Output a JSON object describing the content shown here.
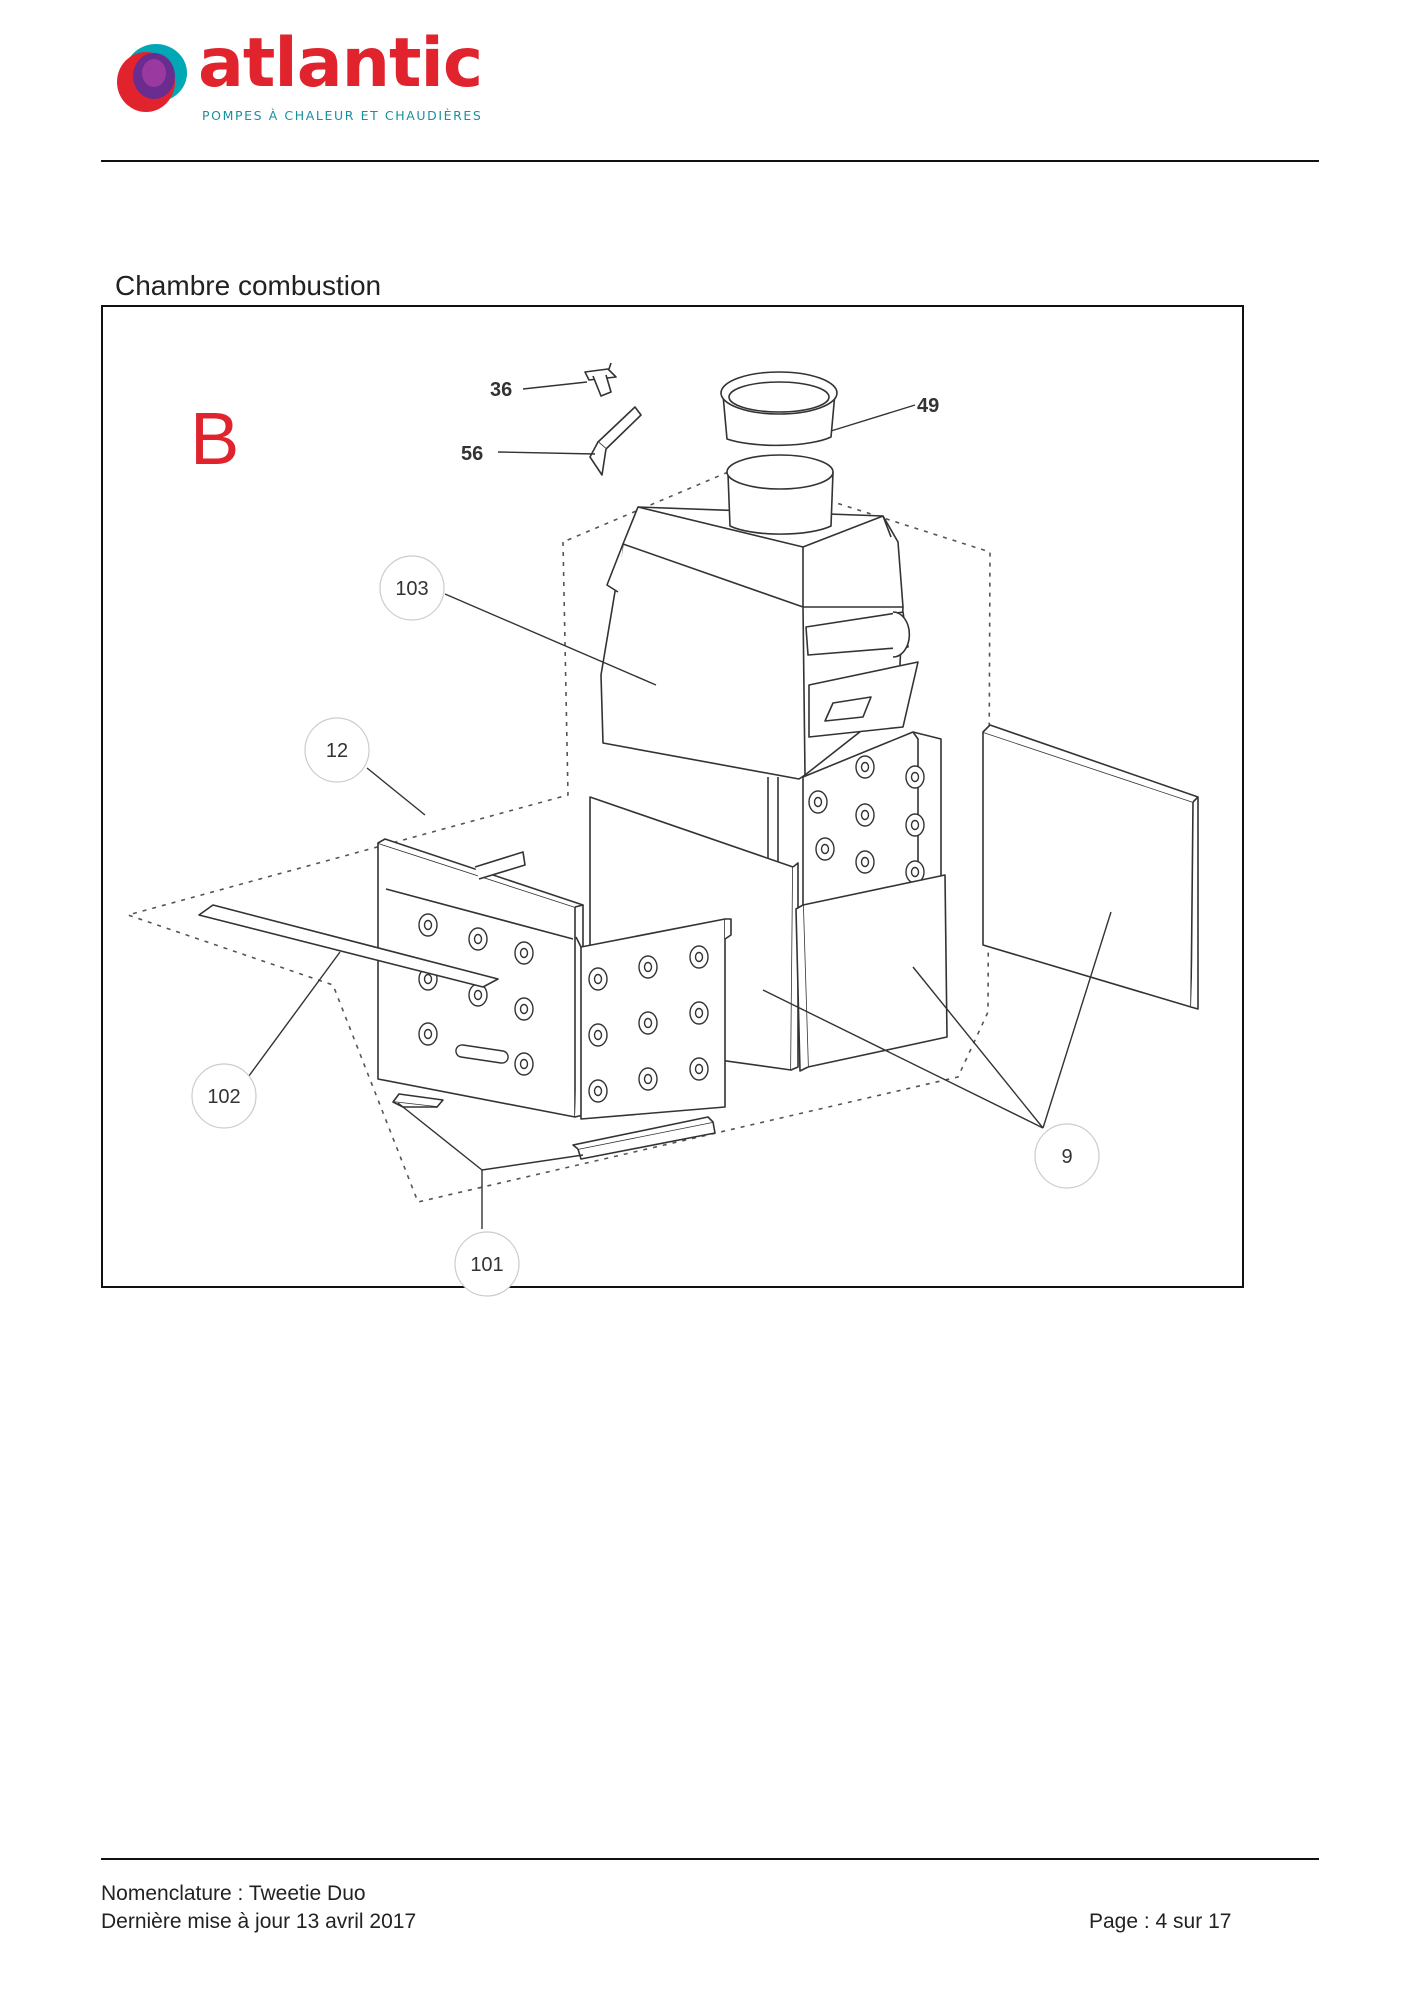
{
  "brand": {
    "name": "atlantic",
    "tagline": "POMPES À CHALEUR ET CHAUDIÈRES",
    "colors": {
      "primary": "#e1232e",
      "teal": "#00a8b5",
      "purple": "#6a2c8f",
      "tagline": "#1a8fa0"
    }
  },
  "section": {
    "title": "Chambre combustion"
  },
  "diagram": {
    "view_letter": "B",
    "view_letter_color": "#e1232e",
    "callouts": [
      "103",
      "12",
      "102",
      "101",
      "9"
    ],
    "small_labels": [
      "36",
      "56",
      "49"
    ]
  },
  "footer": {
    "line1": "Nomenclature : Tweetie Duo",
    "line2": "Dernière mise à jour 13 avril 2017",
    "page": "Page : 4 sur 17"
  }
}
